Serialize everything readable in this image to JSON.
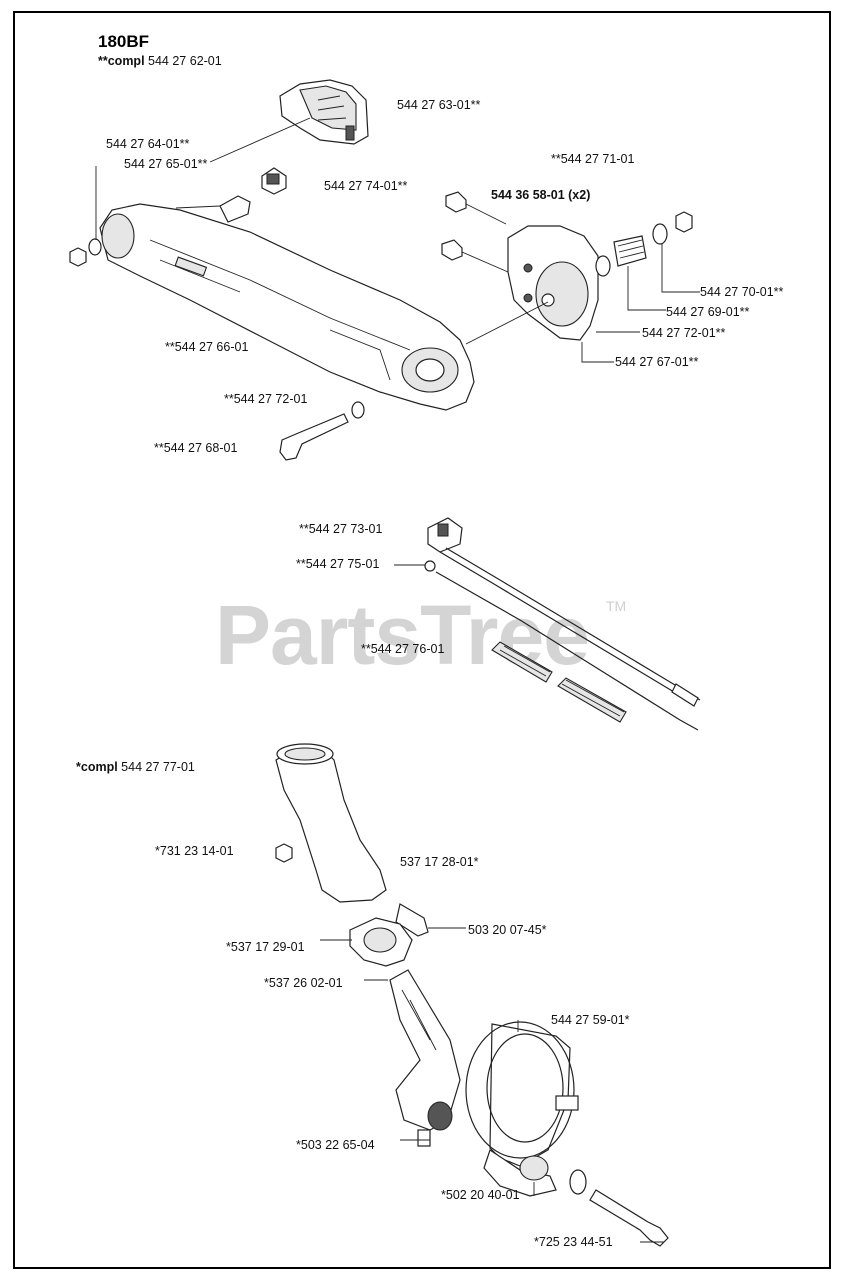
{
  "header": {
    "model": "180BF",
    "compl_prefix": "**compl",
    "compl_number": "544 27 62-01"
  },
  "watermark": {
    "text": "PartsTree",
    "tm": "TM"
  },
  "section_top": {
    "labels": [
      {
        "id": "p-544-27-63-01",
        "text": "544 27 63-01**"
      },
      {
        "id": "p-544-27-64-01",
        "text": "544 27 64-01**"
      },
      {
        "id": "p-544-27-65-01",
        "text": "544 27 65-01**"
      },
      {
        "id": "p-544-27-74-01",
        "text": "544 27 74-01**"
      },
      {
        "id": "p-544-27-71-01",
        "text": "**544 27 71-01"
      },
      {
        "id": "p-544-36-58-01",
        "text": "544 36 58-01 (x2)"
      },
      {
        "id": "p-544-27-70-01",
        "text": "544 27 70-01**"
      },
      {
        "id": "p-544-27-69-01",
        "text": "544 27 69-01**"
      },
      {
        "id": "p-544-27-72-01-a",
        "text": "544 27 72-01**"
      },
      {
        "id": "p-544-27-67-01",
        "text": "544 27 67-01**"
      },
      {
        "id": "p-544-27-66-01",
        "text": "**544 27 66-01"
      },
      {
        "id": "p-544-27-72-01-b",
        "text": "**544 27 72-01"
      },
      {
        "id": "p-544-27-68-01",
        "text": "**544 27 68-01"
      }
    ]
  },
  "section_middle": {
    "labels": [
      {
        "id": "p-544-27-73-01",
        "text": "**544 27 73-01"
      },
      {
        "id": "p-544-27-75-01",
        "text": "**544 27 75-01"
      },
      {
        "id": "p-544-27-76-01",
        "text": "**544 27 76-01"
      }
    ]
  },
  "section_bottom": {
    "compl_prefix": "*compl",
    "compl_number": "544 27 77-01",
    "labels": [
      {
        "id": "p-731-23-14-01",
        "text": "*731 23 14-01"
      },
      {
        "id": "p-537-17-28-01",
        "text": "537 17 28-01*"
      },
      {
        "id": "p-503-20-07-45",
        "text": "503 20 07-45*"
      },
      {
        "id": "p-537-17-29-01",
        "text": "*537 17 29-01"
      },
      {
        "id": "p-537-26-02-01",
        "text": "*537 26 02-01"
      },
      {
        "id": "p-544-27-59-01",
        "text": "544 27 59-01*"
      },
      {
        "id": "p-503-22-65-04",
        "text": "*503 22 65-04"
      },
      {
        "id": "p-502-20-40-01",
        "text": "*502 20 40-01"
      },
      {
        "id": "p-725-23-44-51",
        "text": "*725 23 44-51"
      }
    ]
  }
}
